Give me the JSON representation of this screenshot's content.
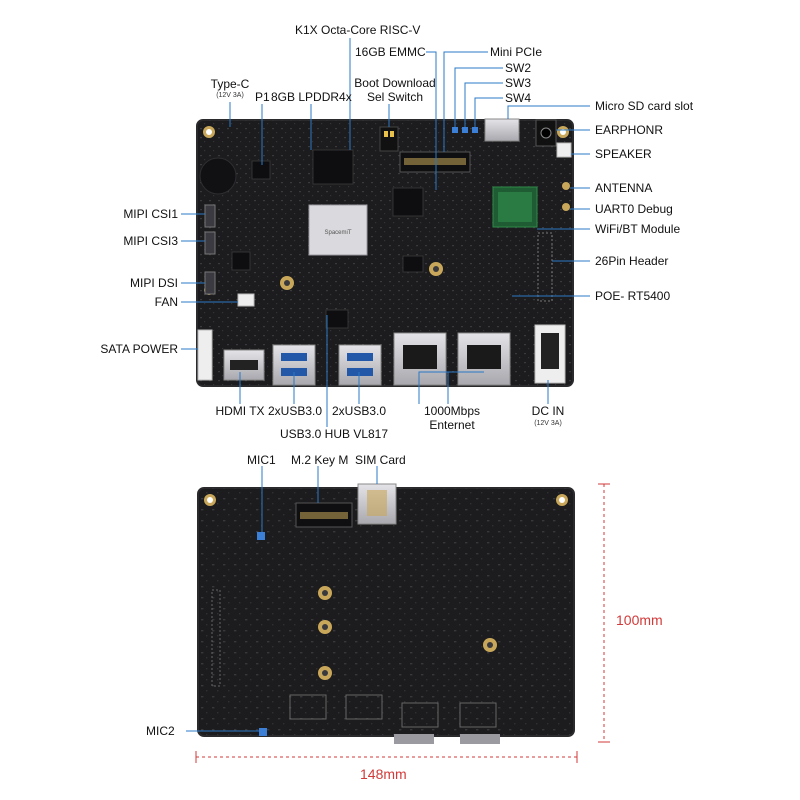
{
  "top_view": {
    "labels": {
      "k1x": "K1X Octa-Core RISC-V",
      "emmc": "16GB EMMC",
      "minipcie": "Mini PCIe",
      "sw2": "SW2",
      "sw3": "SW3",
      "sw4": "SW4",
      "typec": "Type-C",
      "typec_spec": "(12V 3A)",
      "p1": "P1",
      "lpddr": "8GB LPDDR4x",
      "boot": "Boot Download",
      "boot2": "Sel Switch",
      "microsd": "Micro SD card slot",
      "earphone": "EARPHONR",
      "speaker": "SPEAKER",
      "antenna": "ANTENNA",
      "uart": "UART0 Debug",
      "wifi": "WiFi/BT Module",
      "header26": "26Pin Header",
      "poe": "POE- RT5400",
      "csi1": "MIPI CSI1",
      "csi3": "MIPI CSI3",
      "dsi": "MIPI DSI",
      "fan": "FAN",
      "sata": "SATA POWER",
      "hdmi": "HDMI TX",
      "usb_a": "2xUSB3.0",
      "usb_b": "2xUSB3.0",
      "hub": "USB3.0 HUB VL817",
      "eth1": "1000Mbps",
      "eth2": "Enternet",
      "dcin": "DC IN",
      "dcin_spec": "(12V 3A)"
    }
  },
  "bottom_view": {
    "labels": {
      "mic1": "MIC1",
      "m2": "M.2 Key M",
      "sim": "SIM Card",
      "mic2": "MIC2"
    }
  },
  "dimensions": {
    "height": "100mm",
    "width": "148mm"
  },
  "colors": {
    "board": "#1c1c1e",
    "board_edge": "#2a2a2d",
    "chip": "#0e0e10",
    "leader": "#2b78c5",
    "dimension": "#d23a3a",
    "gold": "#c9a75a",
    "silver": "#c8c8cc"
  }
}
